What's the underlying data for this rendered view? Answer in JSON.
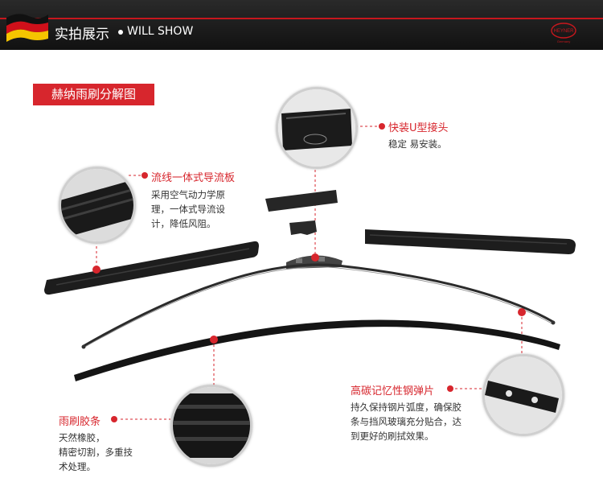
{
  "header": {
    "title_cn": "实拍展示",
    "title_en": "WILL SHOW",
    "logo_text": "HEYNER",
    "logo_subtext": "Germany"
  },
  "section_title": "赫纳雨刷分解图",
  "callouts": {
    "connector": {
      "title": "快装U型接头",
      "desc": "稳定 易安装。"
    },
    "spoiler": {
      "title": "流线一体式导流板",
      "desc_lines": [
        "采用空气动力学原",
        "理，一体式导流设",
        "计，降低风阻。"
      ]
    },
    "spring": {
      "title": "高碳记忆性钢弹片",
      "desc_lines": [
        "持久保持钢片弧度，确保胶",
        "条与挡风玻璃充分贴合，达",
        "到更好的刷拭效果。"
      ]
    },
    "rubber": {
      "title": "雨刷胶条",
      "desc_lines": [
        "天然橡胶，",
        "精密切割，多重技",
        "术处理。"
      ]
    }
  },
  "colors": {
    "accent": "#d7262d",
    "bar": "#1a1a1a"
  }
}
